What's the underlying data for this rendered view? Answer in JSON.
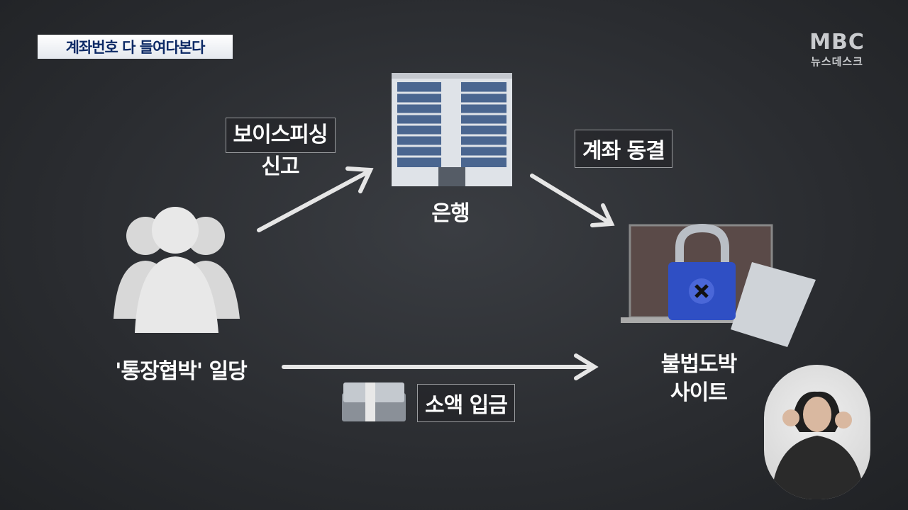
{
  "headline": "계좌번호 다 들여다본다",
  "logo": {
    "brand": "MBC",
    "program": "뉴스데스크"
  },
  "diagram": {
    "edge_report": {
      "line1": "보이스피싱",
      "line2": "신고"
    },
    "bank": "은행",
    "edge_freeze": "계좌 동결",
    "gang": "'통장협박' 일당",
    "site": {
      "line1": "불법도박",
      "line2": "사이트"
    },
    "edge_deposit": "소액 입금"
  }
}
